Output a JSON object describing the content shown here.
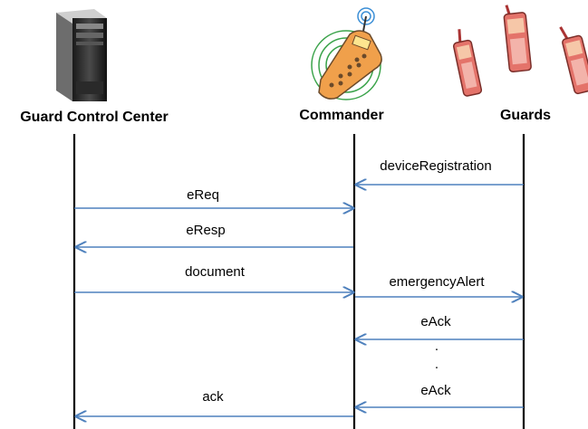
{
  "actors": [
    {
      "id": "gcc",
      "label": "Guard Control Center",
      "icon": "server-tower-icon"
    },
    {
      "id": "cmd",
      "label": "Commander",
      "icon": "pda-phone-icon"
    },
    {
      "id": "grd",
      "label": "Guards",
      "icon": "handset-phones-icon"
    }
  ],
  "messages": [
    {
      "label": "deviceRegistration",
      "from": "grd",
      "to": "cmd"
    },
    {
      "label": "eReq",
      "from": "gcc",
      "to": "cmd"
    },
    {
      "label": "eResp",
      "from": "cmd",
      "to": "gcc"
    },
    {
      "label": "document",
      "from": "gcc",
      "to": "cmd"
    },
    {
      "label": "emergencyAlert",
      "from": "cmd",
      "to": "grd"
    },
    {
      "label": "eAck",
      "from": "grd",
      "to": "cmd"
    },
    {
      "label": "eAck",
      "from": "grd",
      "to": "cmd"
    },
    {
      "label": "ack",
      "from": "cmd",
      "to": "gcc"
    }
  ],
  "continuation": ".",
  "colors": {
    "arrow": "#4f81bd",
    "lifeline": "#000000",
    "phone": "#d9534f",
    "pda": "#f0a04b"
  }
}
